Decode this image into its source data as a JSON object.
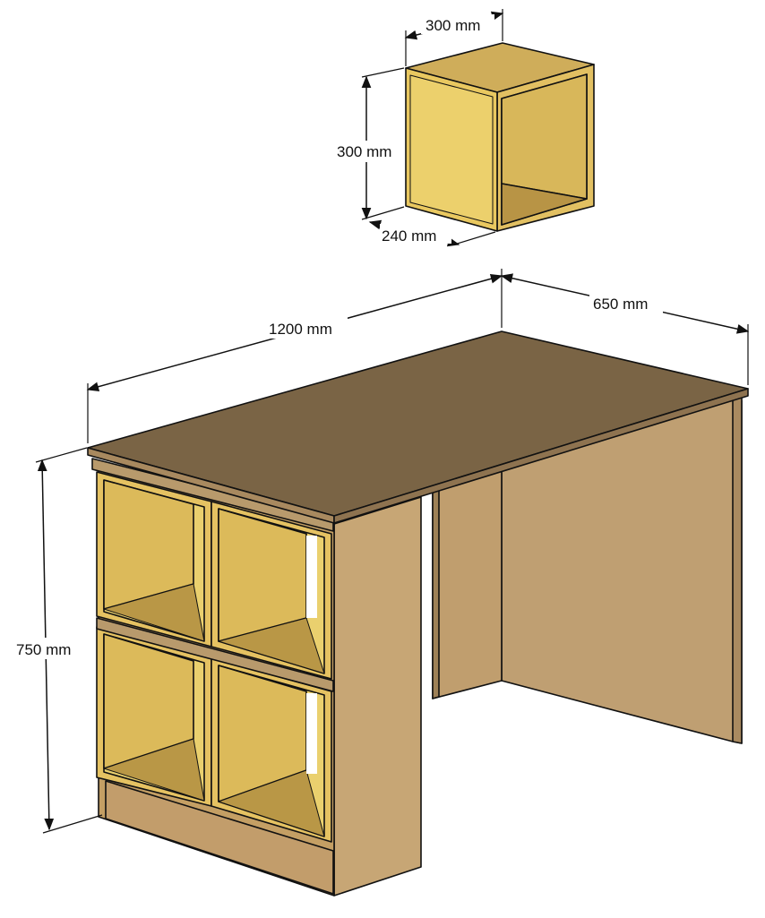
{
  "dimensions": {
    "shelf_width": "300 mm",
    "shelf_height": "300 mm",
    "shelf_depth": "240 mm",
    "desk_width": "1200 mm",
    "desk_depth": "650 mm",
    "desk_height": "750 mm"
  },
  "colors": {
    "wood_dark": "#7a6445",
    "wood_side": "#b99970",
    "wood_mid": "#c4a26e",
    "cube_yellow": "#e9c860",
    "cube_inner": "#c9a64f",
    "outline": "#111111"
  }
}
